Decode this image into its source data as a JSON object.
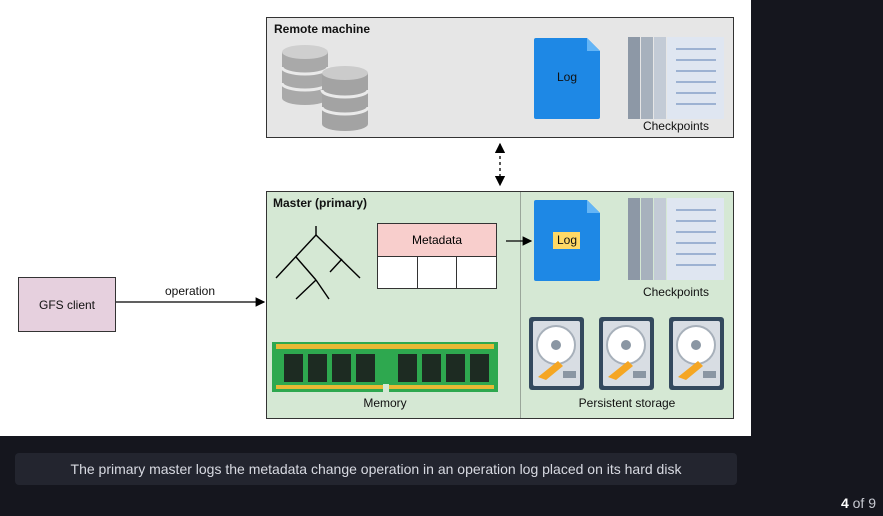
{
  "diagram": {
    "remote_title": "Remote machine",
    "master_title": "Master (primary)",
    "client_label": "GFS client",
    "operation_label": "operation",
    "metadata_label": "Metadata",
    "memory_label": "Memory",
    "persistent_label": "Persistent storage",
    "remote_log_label": "Log",
    "master_log_label": "Log",
    "remote_checkpoints_label": "Checkpoints",
    "master_checkpoints_label": "Checkpoints"
  },
  "caption": "The primary master logs the metadata change operation in an operation log placed on its hard disk",
  "pager": {
    "current": "4",
    "of_text": "of",
    "total": "9"
  },
  "colors": {
    "remote_bg": "#e6e6e6",
    "master_bg": "#d5e8d4",
    "client_bg": "#e6d0de",
    "metadata_head": "#f8cecc",
    "log_blue": "#1e88e5",
    "log_highlight": "#ffd966",
    "ram_green": "#2ea84f"
  },
  "icons": [
    "database-icon",
    "log-file-icon",
    "checkpoints-icon",
    "tree-icon",
    "memory-icon",
    "hard-disk-icon"
  ]
}
